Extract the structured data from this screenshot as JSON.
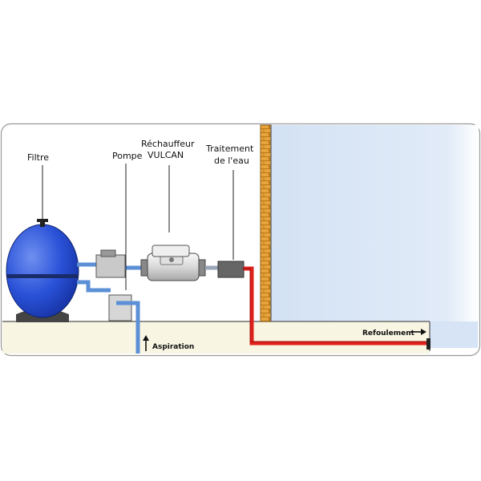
{
  "labels": {
    "filtre": "Filtre",
    "pompe": "Pompe",
    "rechauffeur_line1": "Réchauffeur",
    "rechauffeur_line2": "VULCAN",
    "traitement_line1": "Traitement",
    "traitement_line2": "de l'eau",
    "aspiration": "Aspiration",
    "refoulement": "Refoulement"
  },
  "colors": {
    "filter_body": "#2a52d8",
    "cold_pipe": "#5b8fd6",
    "hot_pipe": "#e0201a",
    "pool_water": "#d6e4f5",
    "ground": "#f8f6e3",
    "brick": "#e8a33a"
  }
}
